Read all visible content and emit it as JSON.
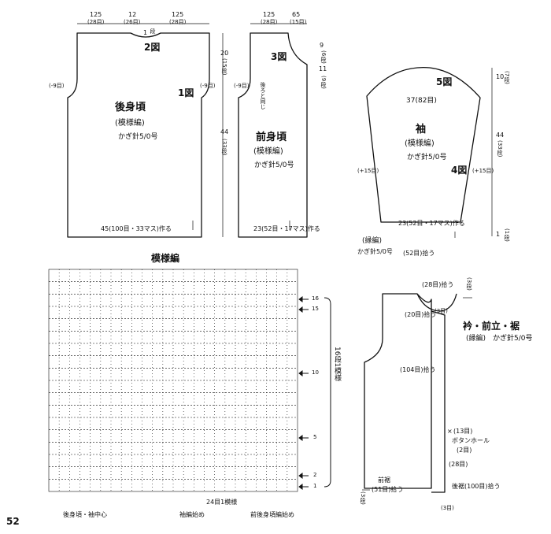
{
  "page_number": "52",
  "back_body": {
    "title": "後身頃",
    "pattern": "(模様編)",
    "hook": "かぎ針5/0号",
    "width_left": "125",
    "width_left_st": "(28目)",
    "width_mid": "12",
    "width_mid_st": "(26目)",
    "width_right": "125",
    "width_right_st": "(28目)",
    "neck_depth": "1",
    "neck_depth_unit": "段",
    "fig_neck": "2図",
    "fig_armhole": "1図",
    "armhole_left_dec": "(-9目)",
    "armhole_right_dec": "(-9目)",
    "armhole_height": "20",
    "armhole_rows": "(15段)",
    "body_height": "44",
    "body_rows": "(33段)",
    "hem": "45(100目・33マス)作る"
  },
  "front_body": {
    "title": "前身頃",
    "pattern": "(模様編)",
    "hook": "かぎ針5/0号",
    "width_left": "125",
    "width_left_st": "(28目)",
    "width_right": "65",
    "width_right_st": "(15目)",
    "fig_neck": "3図",
    "armhole_dec": "(-9目)",
    "same_as_back": "後ろと同じ",
    "neck_depth_1": "9",
    "neck_depth_1_rows": "(6段)",
    "neck_depth_2": "11",
    "neck_depth_2_rows": "(9段)",
    "hem": "23(52目・17マス)作る"
  },
  "sleeve": {
    "title": "袖",
    "pattern": "(模様編)",
    "hook": "かぎ針5/0号",
    "fig_cap": "5図",
    "fig_side": "4図",
    "top_width": "37(82目)",
    "inc_left": "(+15目)",
    "inc_right": "(+15目)",
    "cap_height": "10",
    "cap_rows": "(7段)",
    "length": "44",
    "length_rows": "(33段)",
    "cuff_height": "1",
    "cuff_rows": "(1段)",
    "hem": "23(52目・17マス)作る",
    "edging": "(縁編)",
    "edging_hook": "かぎ針5/0号",
    "pickup": "(52目)拾う"
  },
  "pattern_chart": {
    "title": "模様編",
    "rows": [
      "16",
      "15",
      "10",
      "5",
      "2",
      "1"
    ],
    "repeat_label": "16段1模様",
    "bottom_repeat": "24目1模様",
    "center_mark": "後身頃・袖中心",
    "start_sleeve": "袖編始め",
    "start_front": "前後身頃編始め"
  },
  "collar_edging": {
    "title": "衿・前立・裾",
    "pattern": "(縁編)",
    "hook": "かぎ針5/0号",
    "neck_pickup": "(28目)拾う",
    "top_rows": "(3段)",
    "neck_side_pickup": "(20目)拾う",
    "corner_rows": "(3目)",
    "front_pickup": "(104目)拾う",
    "buttonhole_count": "(13目)",
    "buttonhole_mark": "×",
    "buttonhole": "ボタンホール",
    "buttonhole_qty": "(2目)",
    "bottom_count": "(28目)",
    "front_hem": "前裾",
    "front_hem_pickup": "(51目)拾う",
    "back_hem": "後裾(100目)拾う",
    "bottom_rows": "(3段)",
    "bottom_corner": "(3目)"
  }
}
